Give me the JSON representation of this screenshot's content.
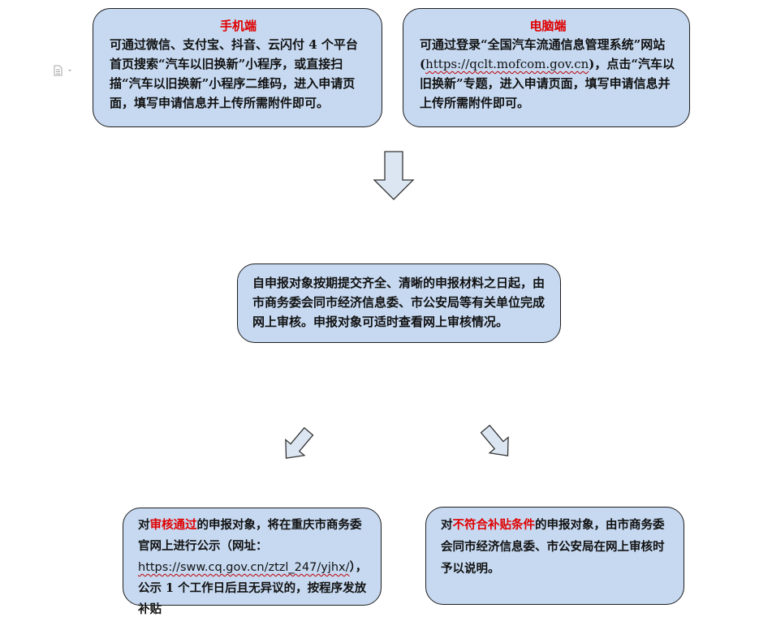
{
  "mobile": {
    "title": "手机端",
    "text": "可通过微信、支付宝、抖音、云闪付 4 个平台首页搜索“汽车以旧换新”小程序，或直接扫描“汽车以旧换新”小程序二维码，进入申请页面，填写申请信息并上传所需附件即可。"
  },
  "pc": {
    "title": "电脑端",
    "text_before_url": "可通过登录“全国汽车流通信息管理系统”网站(",
    "url": "https://qclt.mofcom.gov.cn",
    "text_after_url": ")，点击“汽车以旧换新”专题，进入申请页面，填写申请信息并上传所需附件即可。"
  },
  "review": {
    "text": "自申报对象按期提交齐全、清晰的申报材料之日起，由市商务委会同市经济信息委、市公安局等有关单位完成网上审核。申报对象可适时查看网上审核情况。"
  },
  "approved": {
    "prefix": "对",
    "highlight": "审核通过",
    "text_before_url": "的申报对象，将在重庆市商务委官网上进行公示（网址：",
    "url": "https://sww.cq.gov.cn/ztzl_247/yjhx/",
    "text_after_url": "），公示 1 个工作日后且无异议的，按程序发放补贴"
  },
  "rejected": {
    "prefix": "对",
    "highlight": "不符合补贴条件",
    "text": "的申报对象，由市商务委会同市经济信息委、市公安局在网上审核时予以说明。"
  },
  "colors": {
    "box_fill": "#c6d9f1",
    "highlight": "#e00000",
    "arrow_fill": "#dce6f2"
  }
}
